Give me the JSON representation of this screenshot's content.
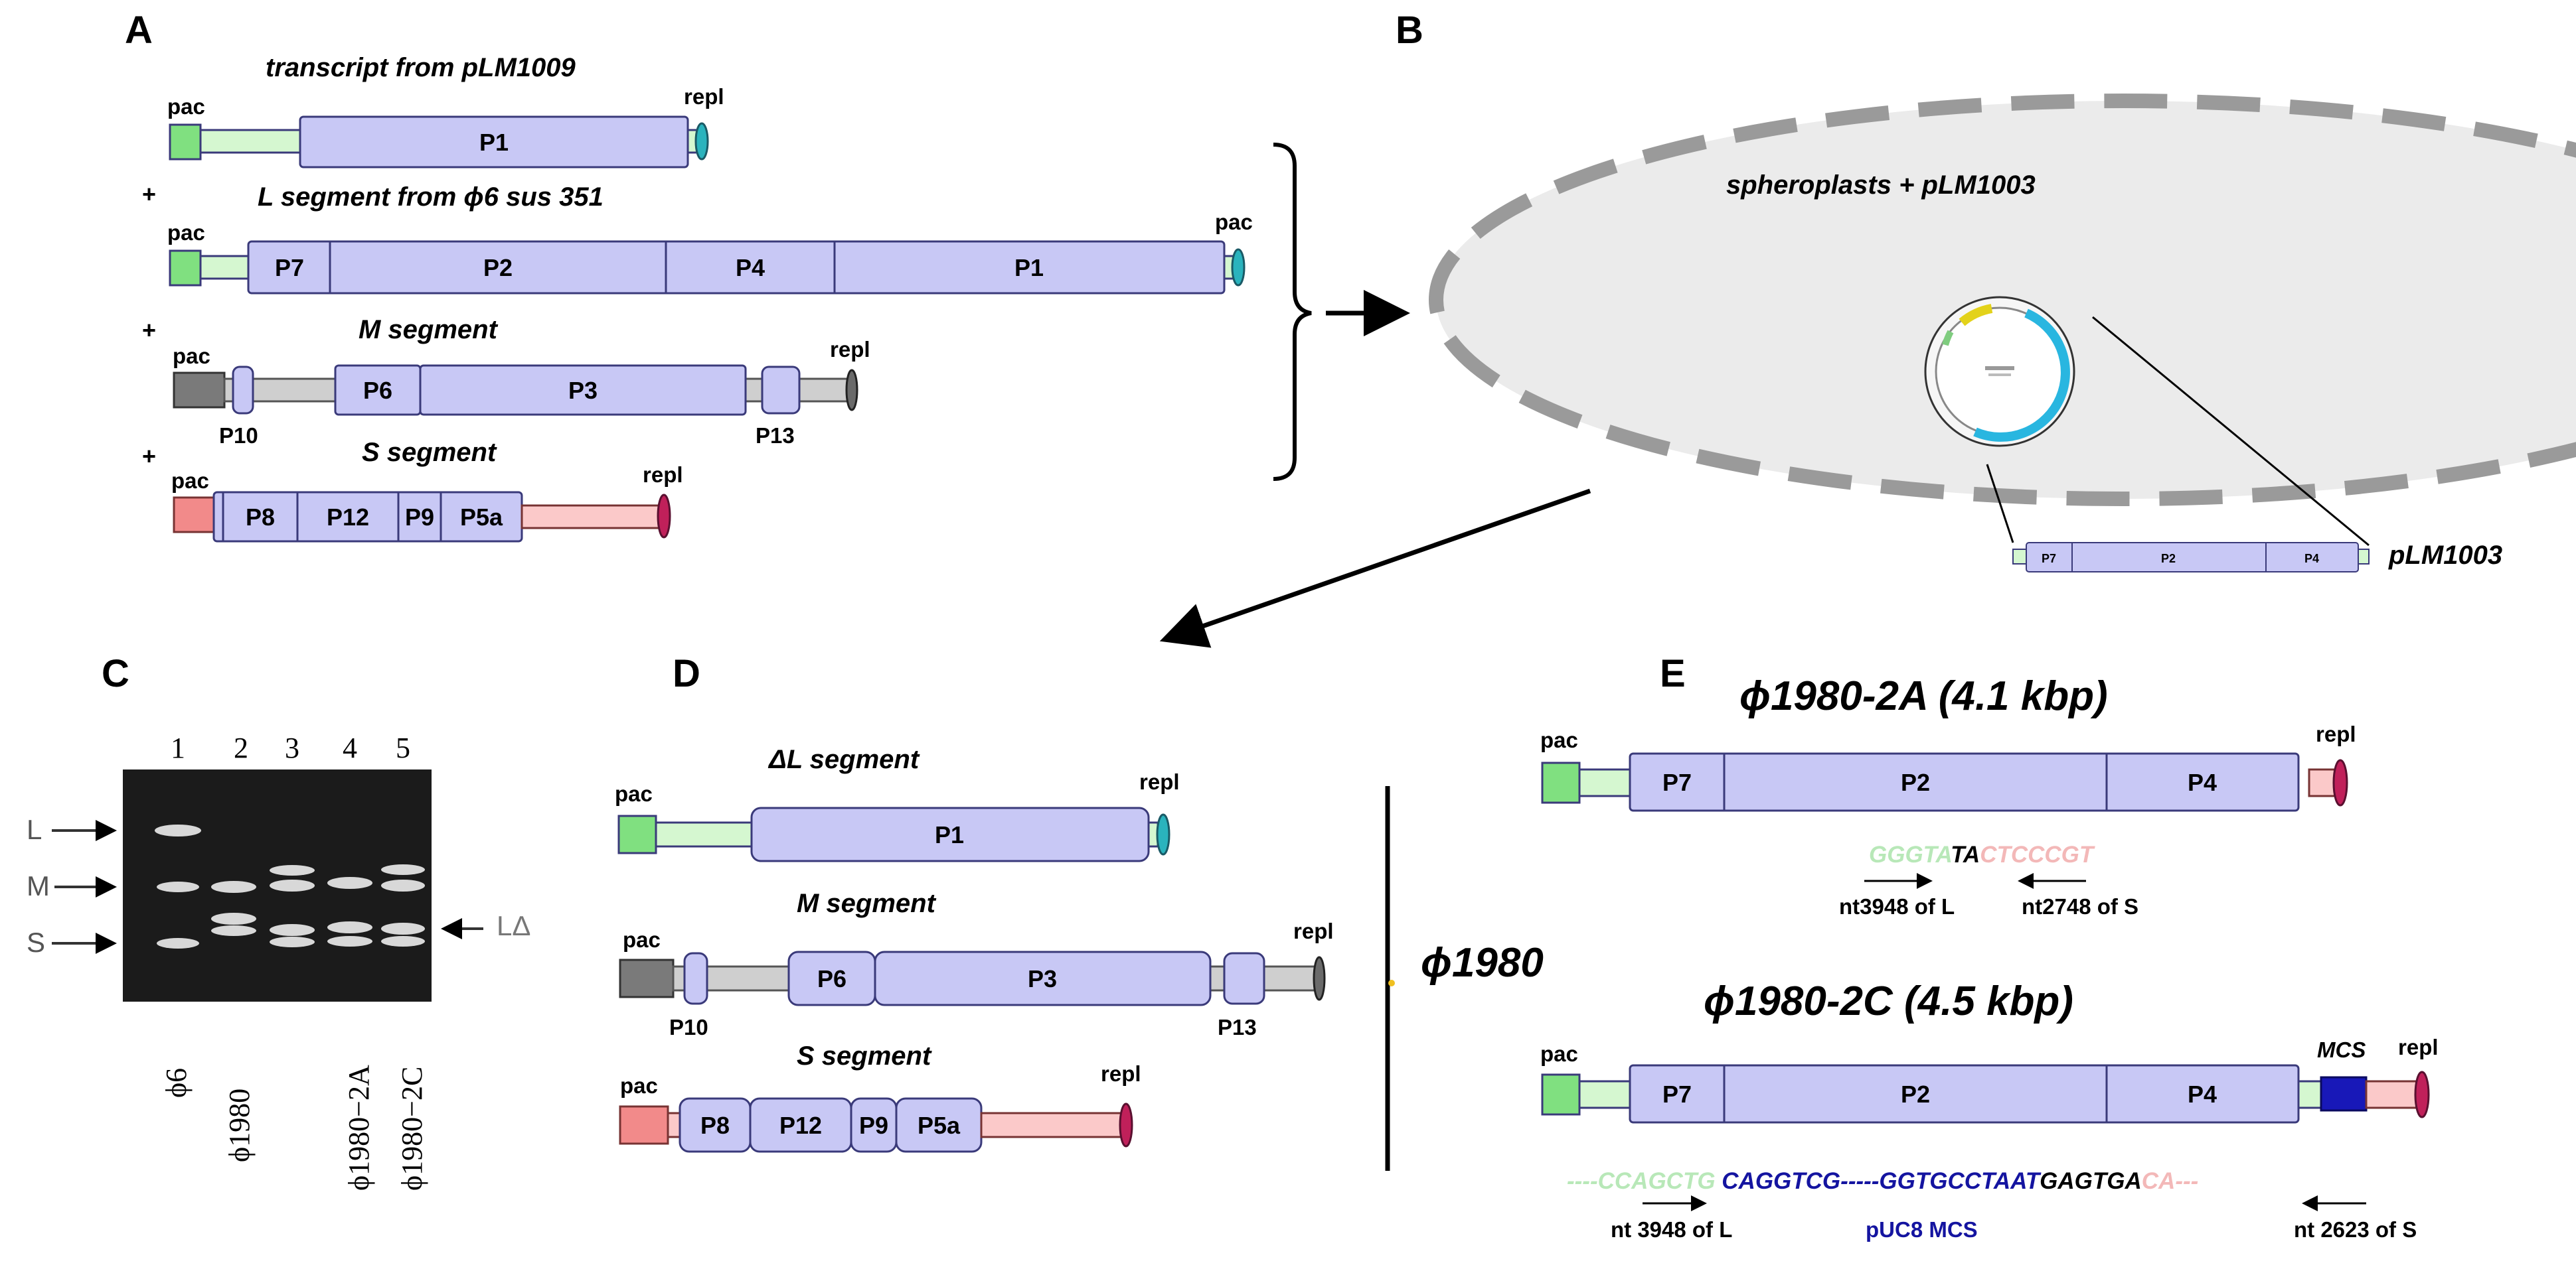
{
  "panels": {
    "a": "A",
    "b": "B",
    "c": "C",
    "d": "D",
    "e": "E"
  },
  "panel_a": {
    "transcript_title": "transcript from pLM1009",
    "transcript": {
      "pac": "pac",
      "p1": "P1",
      "repl": "repl"
    },
    "plus": "+",
    "l_title": "L segment  from ϕ6 sus 351",
    "l_seg": {
      "pac_left": "pac",
      "p7": "P7",
      "p2": "P2",
      "p4": "P4",
      "p1": "P1",
      "pac_right": "pac"
    },
    "m_title": "M segment",
    "m_seg": {
      "pac": "pac",
      "p10": "P10",
      "p6": "P6",
      "p3": "P3",
      "p13": "P13",
      "repl": "repl"
    },
    "s_title": "S segment",
    "s_seg": {
      "pac": "pac",
      "p8": "P8",
      "p12": "P12",
      "p9": "P9",
      "p5a": "P5a",
      "repl": "repl"
    }
  },
  "panel_b": {
    "title": "spheroplasts + pLM1003",
    "plasmid_label": "pLM1003",
    "insert": {
      "p7": "P7",
      "p2": "P2",
      "p4": "P4"
    }
  },
  "panel_c": {
    "lanes": [
      "1",
      "2",
      "3",
      "4",
      "5"
    ],
    "bands_left": [
      "L",
      "M",
      "S"
    ],
    "band_right": "LΔ",
    "samples": [
      "ϕ6",
      "ϕ1980",
      "ϕ1980−2A",
      "ϕ1980−2C"
    ]
  },
  "panel_d": {
    "dl_title": "ΔL segment",
    "dl_seg": {
      "pac": "pac",
      "p1": "P1",
      "repl": "repl"
    },
    "m_title": "M segment",
    "m_seg": {
      "pac": "pac",
      "p10": "P10",
      "p6": "P6",
      "p3": "P3",
      "p13": "P13",
      "repl": "repl"
    },
    "s_title": "S segment",
    "s_seg": {
      "pac": "pac",
      "p8": "P8",
      "p12": "P12",
      "p9": "P9",
      "p5a": "P5a",
      "repl": "repl"
    },
    "phage": "ϕ1980"
  },
  "panel_e": {
    "a_title": "ϕ1980-2A (4.1 kbp)",
    "a_seg": {
      "pac": "pac",
      "p7": "P7",
      "p2": "P2",
      "p4": "P4",
      "repl": "repl"
    },
    "a_seq": {
      "l_part": "GGGTA",
      "junction": "TA",
      "s_part": "CTCCCGT"
    },
    "a_marks": {
      "left": "nt3948 of L",
      "right": "nt2748 of S"
    },
    "c_title": "ϕ1980-2C (4.5 kbp)",
    "c_seg": {
      "pac": "pac",
      "p7": "P7",
      "p2": "P2",
      "p4": "P4",
      "mcs": "MCS",
      "repl": "repl"
    },
    "c_seq": {
      "l_part": "----CCAGCTG ",
      "mcs_part": "CAGGTCG-----GGTGCCTAAT",
      "mid_part": "GAGTGA",
      "s_part": "CA---"
    },
    "c_marks": {
      "left": "nt 3948 of L",
      "middle": "pUC8 MCS",
      "right": "nt 2623 of S"
    }
  },
  "colors": {
    "gene_fill": "#c8c8f5",
    "gene_stroke": "#3a3a7a",
    "l_pac": "#80e080",
    "l_tail": "#d5f7d0",
    "m_pac": "#7a7a7a",
    "m_tail": "#cfcfcf",
    "s_pac": "#f28a8a",
    "s_tail": "#fbc9c9",
    "repl_teal": "#2ab3bd",
    "repl_grey": "#6a6a6a",
    "repl_magenta": "#c0205a",
    "mcs_blue": "#1818b8",
    "seq_green": "#b8e8b8",
    "seq_pink": "#f3b8b8",
    "seq_blue": "#1414a0"
  }
}
